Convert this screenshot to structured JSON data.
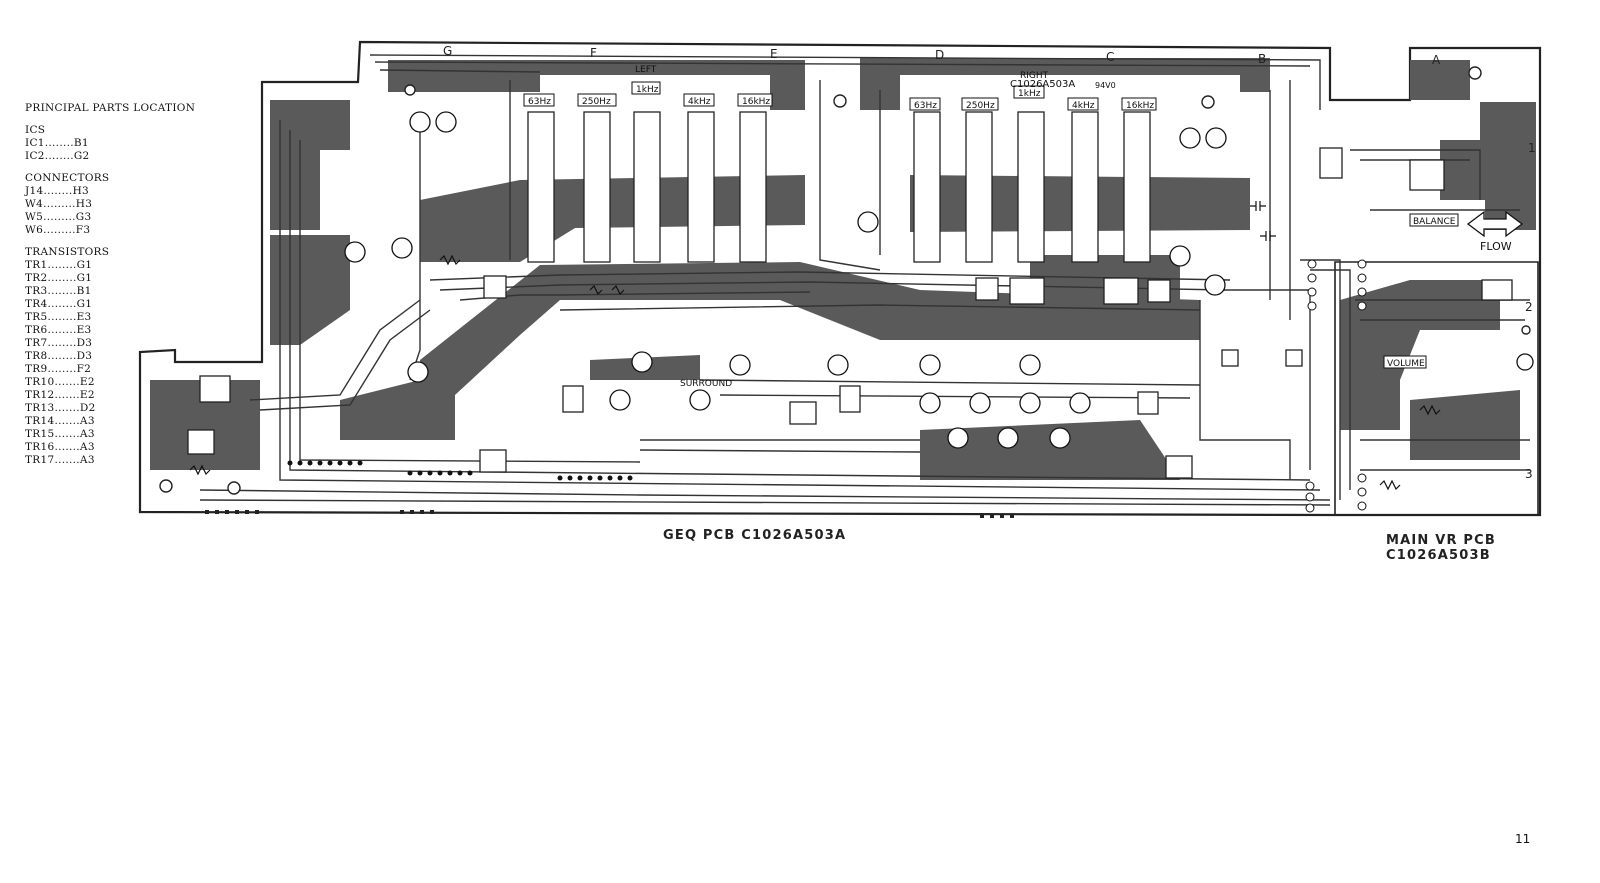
{
  "parts_location": {
    "title": "PRINCIPAL PARTS LOCATION",
    "groups": [
      {
        "heading": "ICS",
        "items": [
          "IC1........B1",
          "IC2........G2"
        ]
      },
      {
        "heading": "CONNECTORS",
        "items": [
          "J14........H3",
          "W4.........H3",
          "W5.........G3",
          "W6.........F3"
        ]
      },
      {
        "heading": "TRANSISTORS",
        "items": [
          "TR1........G1",
          "TR2........G1",
          "TR3........B1",
          "TR4........G1",
          "TR5........E3",
          "TR6........E3",
          "TR7........D3",
          "TR8........D3",
          "TR9........F2",
          "TR10.......E2",
          "TR12.......E2",
          "TR13.......D2",
          "TR14.......A3",
          "TR15.......A3",
          "TR16.......A3",
          "TR17.......A3"
        ]
      }
    ]
  },
  "board": {
    "columns": [
      "G",
      "F",
      "E",
      "D",
      "C",
      "B",
      "A"
    ],
    "rows": [
      "1",
      "2",
      "3"
    ],
    "left_label": "LEFT",
    "right_label": "RIGHT",
    "right_code": "C1026A503A",
    "right_code_suffix": "94V0",
    "bands_left": [
      "63Hz",
      "250Hz",
      "1kHz",
      "4kHz",
      "16kHz"
    ],
    "bands_right": [
      "63Hz",
      "250Hz",
      "1kHz",
      "4kHz",
      "16kHz"
    ],
    "balance_label": "BALANCE",
    "flow_label": "FLOW",
    "volume_label": "VOLUME",
    "surround_label": "SURROUND"
  },
  "pcb_labels": {
    "geq": "GEQ PCB C1026A503A",
    "main_vr_line1": "MAIN VR PCB",
    "main_vr_line2": "C1026A503B"
  },
  "page_number": "11"
}
